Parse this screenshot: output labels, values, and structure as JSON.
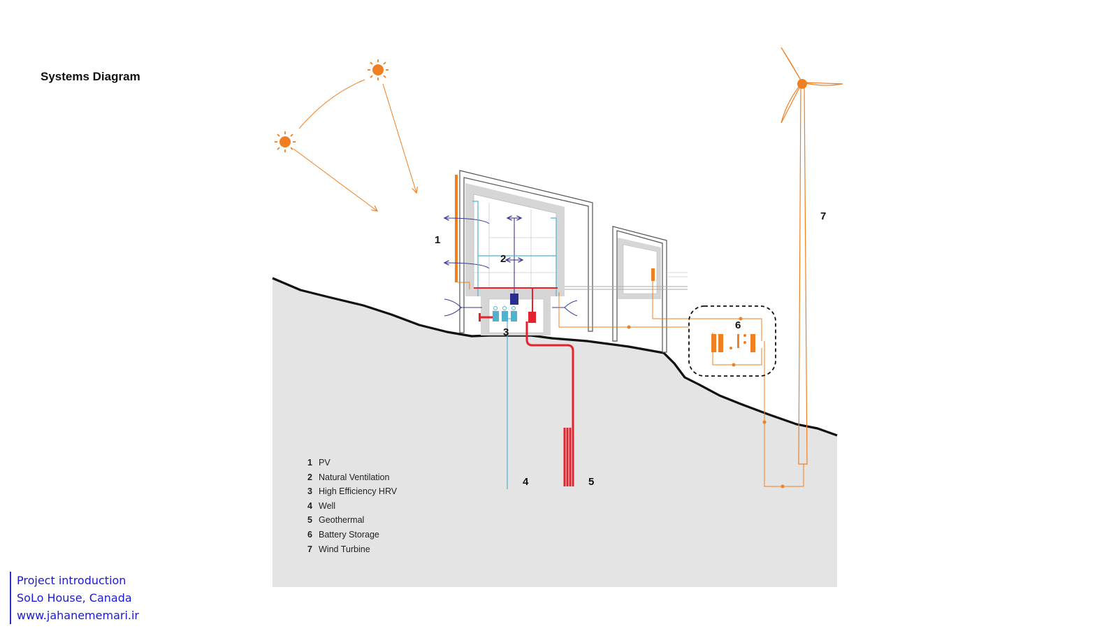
{
  "title": "Systems Diagram",
  "callouts": {
    "c1": "1",
    "c2": "2",
    "c3": "3",
    "c4": "4",
    "c5": "5",
    "c6": "6",
    "c7": "7"
  },
  "legend": [
    {
      "num": "1",
      "label": "PV"
    },
    {
      "num": "2",
      "label": "Natural Ventilation"
    },
    {
      "num": "3",
      "label": "High Efficiency HRV"
    },
    {
      "num": "4",
      "label": "Well"
    },
    {
      "num": "5",
      "label": "Geothermal"
    },
    {
      "num": "6",
      "label": "Battery Storage"
    },
    {
      "num": "7",
      "label": "Wind Turbine"
    }
  ],
  "credits": {
    "line1": "Project introduction",
    "line2": "SoLo House, Canada",
    "line3": "www.jahanememari.ir"
  },
  "colors": {
    "solar": "#f07f22",
    "ventilation": "#3b3b9a",
    "water": "#4fb3cf",
    "geothermal": "#e5232e",
    "ground": "#e4e4e4",
    "link": "#1a1ad6"
  }
}
